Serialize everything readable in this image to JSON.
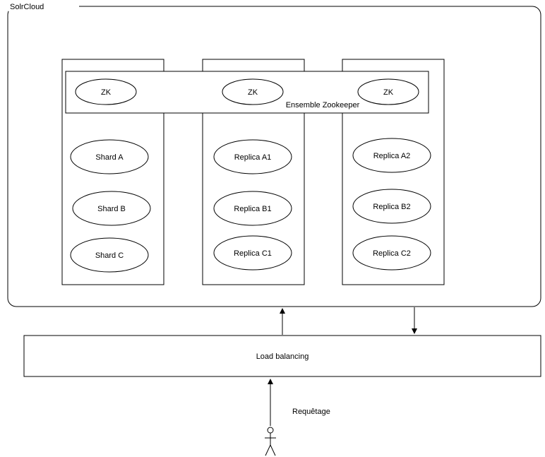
{
  "cloud": {
    "label": "SolrCloud"
  },
  "ensemble": {
    "label": "Ensemble Zookeeper",
    "zk_nodes": [
      "ZK",
      "ZK",
      "ZK"
    ]
  },
  "columns": [
    {
      "nodes": [
        "Shard A",
        "Shard B",
        "Shard C"
      ]
    },
    {
      "nodes": [
        "Replica A1",
        "Replica B1",
        "Replica C1"
      ]
    },
    {
      "nodes": [
        "Replica A2",
        "Replica B2",
        "Replica C2"
      ]
    }
  ],
  "load_balancer": {
    "label": "Load balancing"
  },
  "client": {
    "label": "Requêtage"
  }
}
